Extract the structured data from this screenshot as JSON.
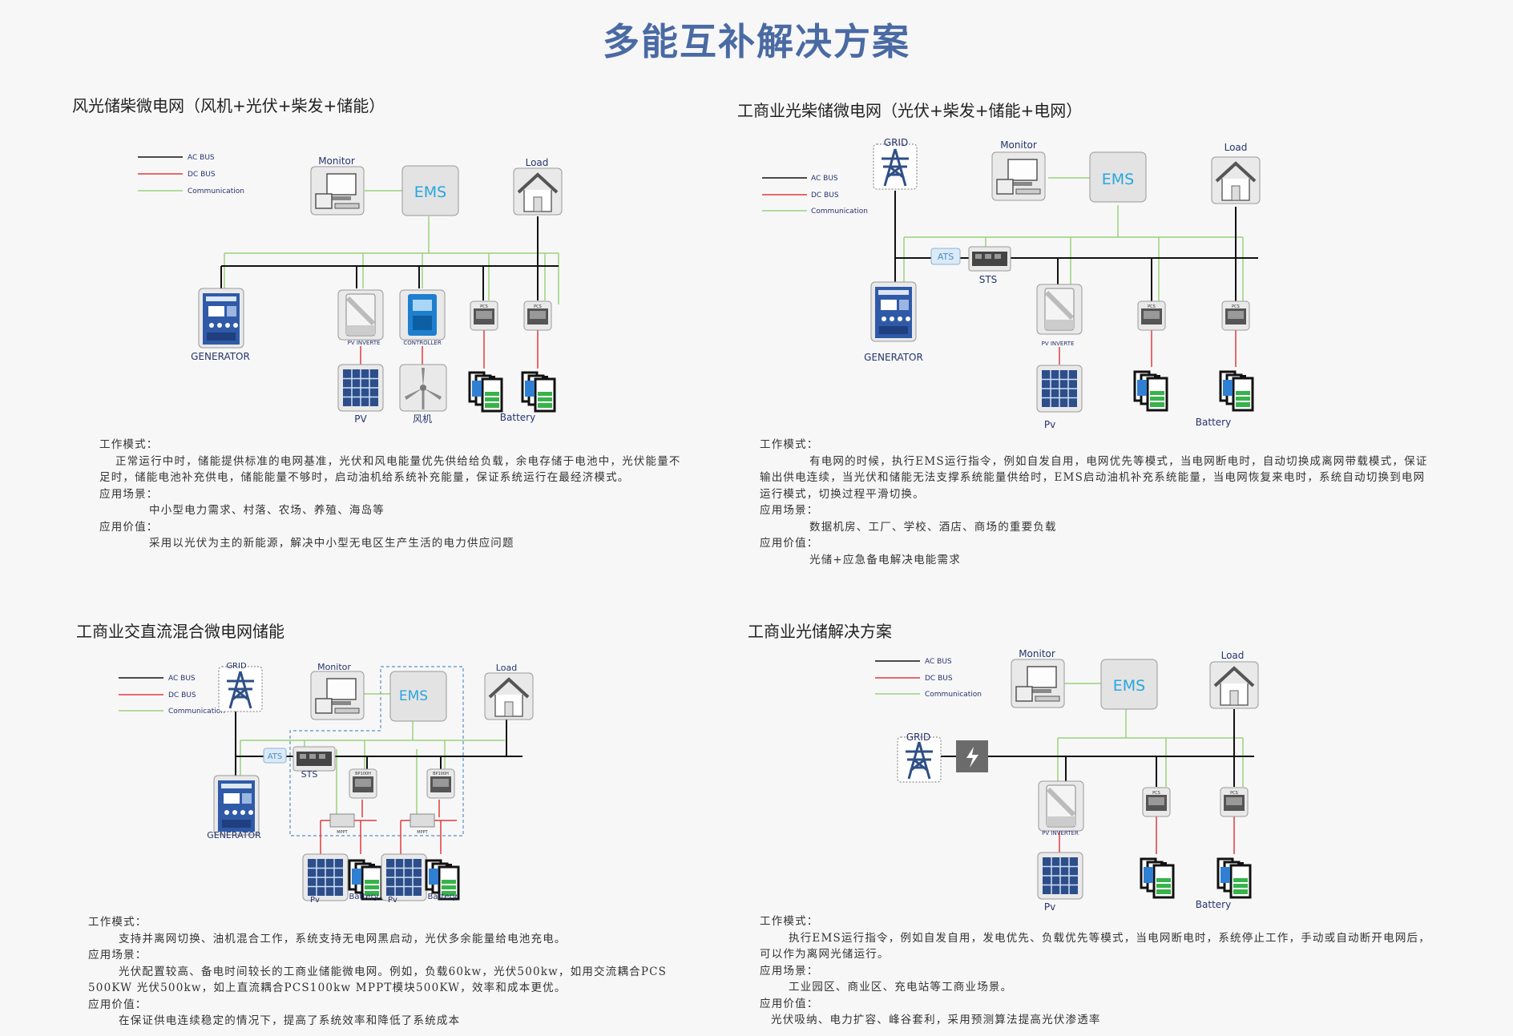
{
  "page_title": "多能互补解决方案",
  "legend": {
    "ac": "AC BUS",
    "dc": "DC BUS",
    "comm": "Communication"
  },
  "colors": {
    "ac": "#111111",
    "dc": "#e23a3a",
    "comm": "#9ad27a",
    "accent": "#4a6aa3",
    "ems_text": "#29a6de",
    "navy": "#26336b"
  },
  "sections": [
    {
      "title": "风光储柴微电网（风机+光伏+柴发+储能）",
      "labels": {
        "monitor": "Monitor",
        "ems": "EMS",
        "load": "Load",
        "generator": "GENERATOR",
        "inverter": "PV INVERTE",
        "controller": "CONTROLLER",
        "pcs": "PCS",
        "pv": "PV",
        "wind": "风机",
        "battery": "Battery"
      },
      "desc": {
        "mode_label": "工作模式：",
        "mode_text": "正常运行中时，储能提供标准的电网基准，光伏和风电能量优先供给给负载，余电存储于电池中，光伏能量不足时，储能电池补充供电，储能能量不够时，启动油机给系统补充能量，保证系统运行在最经济模式。",
        "scene_label": "应用场景：",
        "scene_text": "中小型电力需求、村落、农场、养殖、海岛等",
        "value_label": "应用价值：",
        "value_text": "采用以光伏为主的新能源，解决中小型无电区生产生活的电力供应问题"
      }
    },
    {
      "title": "工商业光柴储微电网（光伏+柴发+储能+电网）",
      "labels": {
        "grid": "GRID",
        "monitor": "Monitor",
        "ems": "EMS",
        "load": "Load",
        "ats": "ATS",
        "sts": "STS",
        "generator": "GENERATOR",
        "inverter": "PV INVERTE",
        "pcs": "PCS",
        "pv": "Pv",
        "battery": "Battery"
      },
      "desc": {
        "mode_label": "工作模式：",
        "mode_text": "有电网的时候，执行EMS运行指令，例如自发自用，电网优先等模式，当电网断电时，自动切换成离网带载模式，保证输出供电连续，当光伏和储能无法支撑系统能量供给时，EMS启动油机补充系统能量，当电网恢复来电时，系统自动切换到电网运行模式，切换过程平滑切换。",
        "scene_label": "应用场景：",
        "scene_text": "数据机房、工厂、学校、酒店、商场的重要负载",
        "value_label": "应用价值：",
        "value_text": "光储+应急备电解决电能需求"
      }
    },
    {
      "title": "工商业交直流混合微电网储能",
      "labels": {
        "grid": "GRID",
        "monitor": "Monitor",
        "ems": "EMS",
        "load": "Load",
        "ats": "ATS",
        "sts": "STS",
        "generator": "GENERATOR",
        "pcs1": "BP100H",
        "pcs2": "BP100H",
        "mppt1": "MPPT",
        "mppt2": "MPPT",
        "pv1": "Pv",
        "pv2": "Pv",
        "battery1": "Battery",
        "battery2": "Battery"
      },
      "desc": {
        "mode_label": "工作模式：",
        "mode_text": "支持并离网切换、油机混合工作，系统支持无电网黑启动，光伏多余能量给电池充电。",
        "scene_label": "应用场景：",
        "scene_text": "光伏配置较高、备电时间较长的工商业储能微电网。例如，负载60kw，光伏500kw，如用交流耦合PCS 500KW 光伏500kw，如上直流耦合PCS100kw MPPT模块500KW，效率和成本更优。",
        "value_label": "应用价值：",
        "value_text": "在保证供电连续稳定的情况下，提高了系统效率和降低了系统成本"
      }
    },
    {
      "title": "工商业光储解决方案",
      "labels": {
        "grid": "GRID",
        "monitor": "Monitor",
        "ems": "EMS",
        "load": "Load",
        "inverter": "PV INVERTER",
        "pcs": "PCS",
        "pv": "Pv",
        "battery": "Battery"
      },
      "desc": {
        "mode_label": "工作模式：",
        "mode_text": "执行EMS运行指令，例如自发自用，发电优先、负载优先等模式，当电网断电时，系统停止工作，手动或自动断开电网后，可以作为离网光储运行。",
        "scene_label": "应用场景：",
        "scene_text": "工业园区、商业区、充电站等工商业场景。",
        "value_label": "应用价值：",
        "value_text": "光伏吸纳、电力扩容、峰谷套利，采用预测算法提高光伏渗透率"
      }
    }
  ]
}
